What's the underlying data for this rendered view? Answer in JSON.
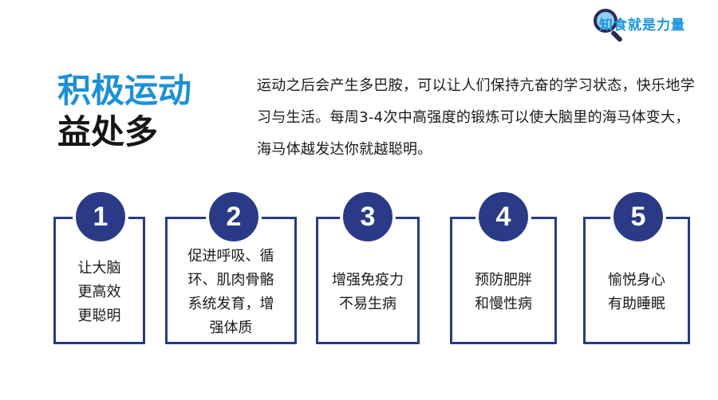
{
  "logo": {
    "text": "知食就是力量",
    "icon": "magnifier-icon"
  },
  "title": {
    "line1": "积极运动",
    "line2": "益处多"
  },
  "intro": "运动之后会产生多巴胺，可以让人们保持亢奋的学习状态，快乐地学习与生活。每周3-4次中高强度的锻炼可以使大脑里的海马体变大，海马体越发达你就越聪明。",
  "colors": {
    "accent": "#1e90d6",
    "navy": "#2a3a86"
  },
  "benefits": [
    {
      "number": "1",
      "text": "让大脑\n更高效\n更聪明"
    },
    {
      "number": "2",
      "text": "促进呼吸、循\n环、肌肉骨骼\n系统发育，增\n强体质"
    },
    {
      "number": "3",
      "text": "增强免疫力\n不易生病"
    },
    {
      "number": "4",
      "text": "预防肥胖\n和慢性病"
    },
    {
      "number": "5",
      "text": "愉悦身心\n有助睡眠"
    }
  ]
}
